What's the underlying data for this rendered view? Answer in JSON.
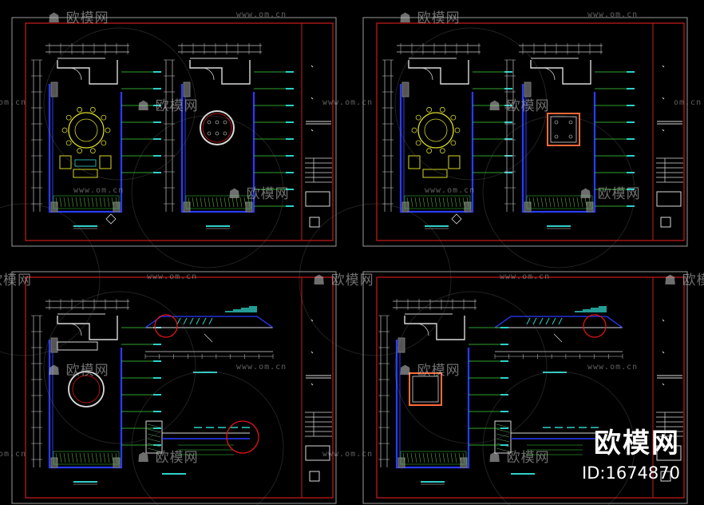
{
  "watermark": {
    "brand": "欧模网",
    "url": "www.om.cn",
    "url_short": "om.cn"
  },
  "corner_brand": {
    "name": "欧模网",
    "id": "ID:1674870"
  },
  "colors": {
    "background": "#000000",
    "frame": "#cc1b1b",
    "wall": "#2a3bff",
    "linework": "#d9d9d9",
    "dimension": "#c8c8c8",
    "annotation": "#2fd0c8",
    "furniture": "#d6d62a",
    "callout_circle": "#e01515",
    "ceiling_frame": "#ff6a3a",
    "leader": "#3fd43f"
  }
}
